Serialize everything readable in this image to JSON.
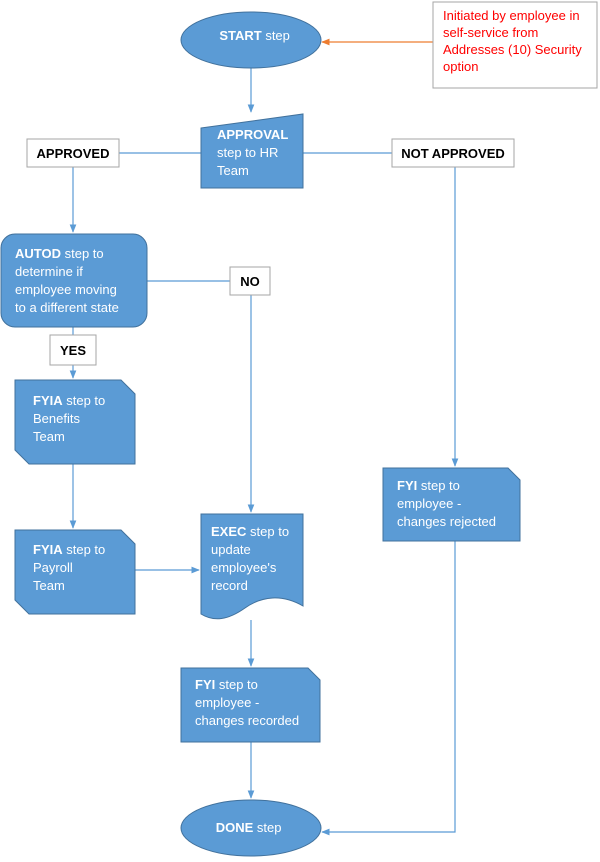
{
  "colors": {
    "shape_fill": "#5b9bd5",
    "shape_border": "#41719c",
    "connector": "#5b9bd5",
    "note_text": "#ff0000",
    "note_arrow": "#ed7d31",
    "label_border": "#a5a5a5"
  },
  "nodes": {
    "start": {
      "bold": "START",
      "rest": " step"
    },
    "approval": {
      "line1_bold": "APPROVAL",
      "line2": "step to HR",
      "line3": "Team"
    },
    "autod": {
      "line1_bold": "AUTOD",
      "line1_rest": " step to",
      "line2": "determine if",
      "line3": "employee moving",
      "line4": "to a different state"
    },
    "fyia_benefits": {
      "line1_bold": "FYIA",
      "line1_rest": " step to",
      "line2": "Benefits",
      "line3": "Team"
    },
    "fyia_payroll": {
      "line1_bold": "FYIA",
      "line1_rest": " step to",
      "line2": "Payroll",
      "line3": "Team"
    },
    "exec": {
      "line1_bold": "EXEC",
      "line1_rest": " step to",
      "line2": "update",
      "line3": "employee's",
      "line4": "record"
    },
    "fyi_rejected": {
      "line1_bold": "FYI",
      "line1_rest": " step to",
      "line2": "employee -",
      "line3": "changes rejected"
    },
    "fyi_recorded": {
      "line1_bold": "FYI",
      "line1_rest": " step to",
      "line2": "employee -",
      "line3": "changes recorded"
    },
    "done": {
      "bold": "DONE",
      "rest": " step"
    }
  },
  "labels": {
    "approved": "APPROVED",
    "not_approved": "NOT APPROVED",
    "no": "NO",
    "yes": "YES"
  },
  "note": {
    "line1": "Initiated by employee in",
    "line2": "self-service from",
    "line3": "Addresses (10) Security",
    "line4": "option"
  }
}
